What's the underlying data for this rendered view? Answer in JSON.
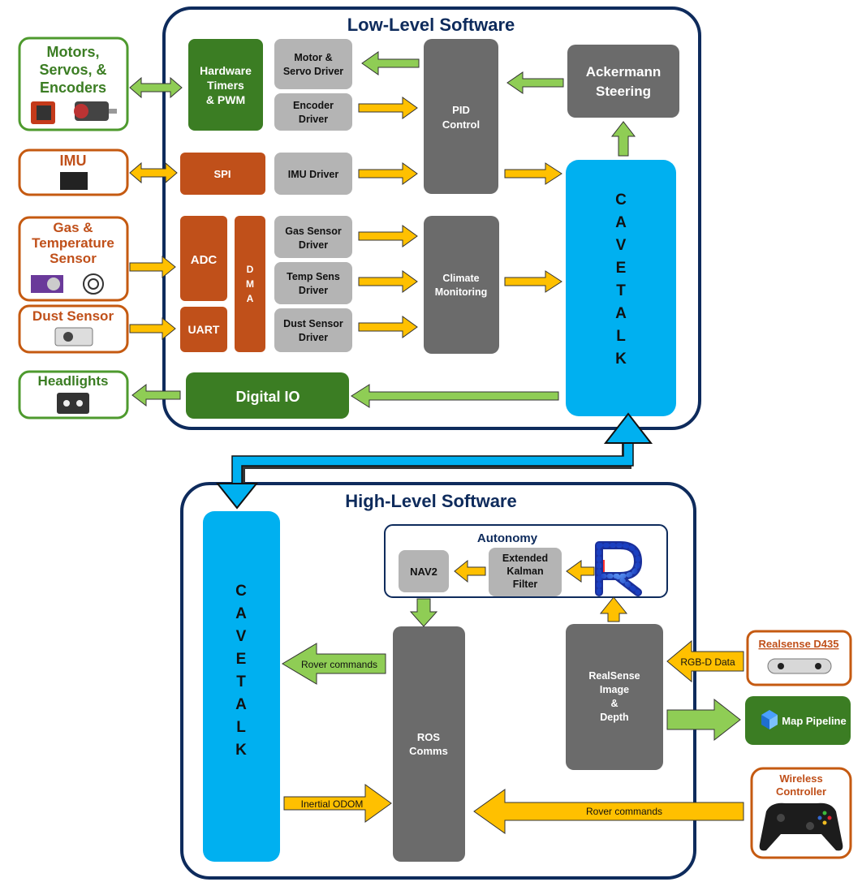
{
  "colors": {
    "navy": "#0e2b5c",
    "green_dark": "#3b7d23",
    "green_light": "#8fcd55",
    "orange": "#c0501a",
    "orange_border": "#c55a11",
    "blue": "#00b0f0",
    "gray_dark": "#6b6b6b",
    "gray_light": "#b4b4b4",
    "yellow": "#ffc000"
  },
  "low_level": {
    "title": "Low-Level Software",
    "hardware_timers": "Hardware Timers & PWM",
    "motor_servo_driver": "Motor & Servo Driver",
    "encoder_driver": "Encoder Driver",
    "pid_control": "PID Control",
    "ackermann": "Ackermann Steering",
    "spi": "SPI",
    "imu_driver": "IMU Driver",
    "adc": "ADC",
    "dma": "DMA",
    "uart": "UART",
    "gas_driver": "Gas Sensor Driver",
    "temp_driver": "Temp Sens Driver",
    "dust_driver": "Dust Sensor Driver",
    "climate": "Climate Monitoring",
    "cavetalk": "CAVETALK",
    "digital_io": "Digital IO"
  },
  "peripherals": {
    "motors": "Motors, Servos, & Encoders",
    "imu": "IMU",
    "gas_temp": "Gas & Temperature Sensor",
    "dust": "Dust Sensor",
    "headlights": "Headlights"
  },
  "high_level": {
    "title": "High-Level Software",
    "autonomy_title": "Autonomy",
    "nav2": "NAV2",
    "ekf": "Extended Kalman Filter",
    "r_logo": "R",
    "cavetalk": "CAVETALK",
    "ros_comms": "ROS Comms",
    "realsense_proc": "RealSense Image & Depth",
    "rover_commands_left": "Rover commands",
    "inertial_odom": "Inertial ODOM",
    "rgbd_data": "RGB-D Data",
    "rover_commands_bottom": "Rover commands"
  },
  "external": {
    "realsense": "Realsense D435",
    "map_pipeline": "Map Pipeline",
    "wireless": "Wireless Controller"
  }
}
